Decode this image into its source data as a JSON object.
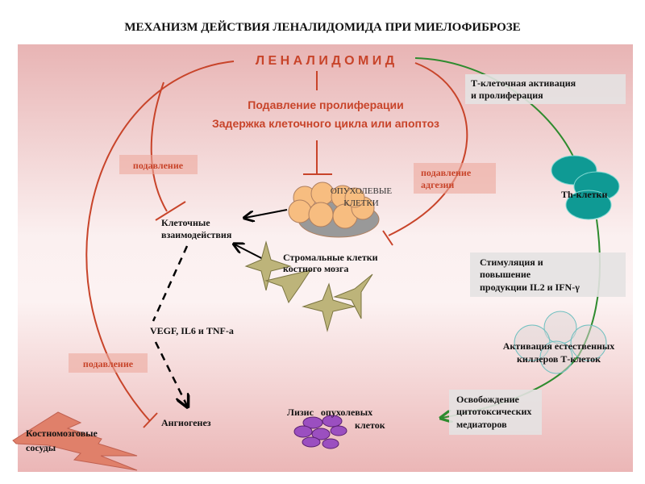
{
  "title": "МЕХАНИЗМ ДЕЙСТВИЯ ЛЕНАЛИДОМИДА ПРИ МИЕЛОФИБРОЗЕ",
  "drug": "Л Е Н А Л И Д О М И Д",
  "center": {
    "line1": "Подавление пролиферации",
    "line2": "Задержка клеточного цикла или апоптоз"
  },
  "labels": {
    "suppression_top": "подавление",
    "adhesion": [
      "подавление",
      "адгезии"
    ],
    "suppression_bottom": "подавление",
    "tumor_cells": [
      "ОПУХОЛЕВЫЕ",
      "КЛЕТКИ"
    ],
    "cell_interactions": [
      "Клеточные",
      "взаимодействия"
    ],
    "stromal": [
      "Стромальные клетки",
      "костного мозга"
    ],
    "cytokines": "VEGF, IL6 и TNF-a",
    "angiogenesis": "Ангиогенез",
    "vessels": [
      "Костномозговые",
      "сосуды"
    ],
    "lysis": [
      "Лизис   опухолевых",
      "клеток"
    ],
    "th_cells": "Th-клетки",
    "t_activation": [
      "Т-клеточная активация",
      "и пролиферация"
    ],
    "stimulation": [
      "Стимуляция и",
      "повышение",
      "продукции IL2 и IFN-γ"
    ],
    "nk": [
      "Активация естественных",
      "киллеров Т-клеток"
    ],
    "release": [
      "Освобождение",
      "цитотоксических",
      "медиаторов"
    ]
  },
  "colors": {
    "inhibit": "#c8442a",
    "activate": "#2e8b2e",
    "th": "#0f9a94",
    "tumor": "#f7bd80",
    "stroma": "#bdb47a",
    "lysis": "#9b4fc0",
    "vessels": "#e0806a"
  }
}
